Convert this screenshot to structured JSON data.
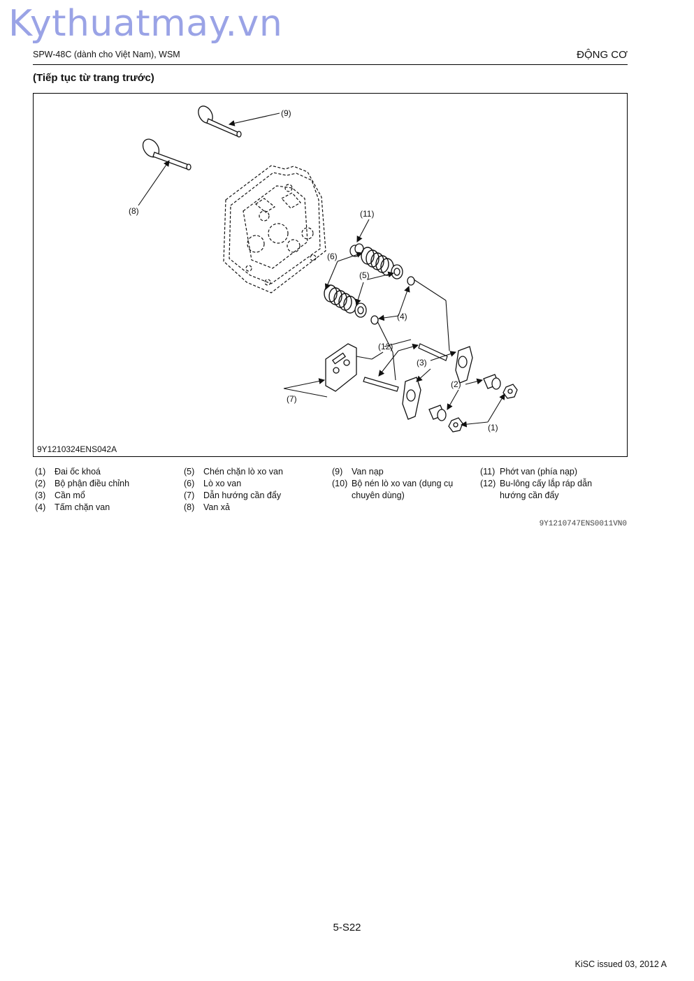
{
  "watermark": "Kythuatmay.vn",
  "header": {
    "left": "SPW-48C (dành cho Việt Nam), WSM",
    "right": "ĐỘNG CƠ"
  },
  "section_title": "(Tiếp tục từ trang trước)",
  "figure": {
    "code": "9Y1210324ENS042A",
    "callouts": [
      "(1)",
      "(2)",
      "(3)",
      "(4)",
      "(5)",
      "(6)",
      "(7)",
      "(8)",
      "(9)",
      "(11)",
      "(12)"
    ]
  },
  "legend": [
    {
      "num": "(1)",
      "text": "Đai ốc khoá"
    },
    {
      "num": "(2)",
      "text": "Bộ phận điều chỉnh"
    },
    {
      "num": "(3)",
      "text": "Cần mổ"
    },
    {
      "num": "(4)",
      "text": "Tấm chặn van"
    },
    {
      "num": "(5)",
      "text": "Chén chặn lò xo van"
    },
    {
      "num": "(6)",
      "text": "Lò xo van"
    },
    {
      "num": "(7)",
      "text": "Dẫn hướng cần đẩy"
    },
    {
      "num": "(8)",
      "text": "Van xả"
    },
    {
      "num": "(9)",
      "text": "Van nạp"
    },
    {
      "num": "(10)",
      "text": "Bộ nén lò xo van (dụng cụ chuyên dùng)"
    },
    {
      "num": "(11)",
      "text": "Phớt van (phía nạp)"
    },
    {
      "num": "(12)",
      "text": "Bu-lông cấy lắp ráp dẫn hướng cần đẩy"
    }
  ],
  "doc_code": "9Y1210747ENS0011VN0",
  "footer": {
    "page": "5-S22",
    "issued": "KiSC issued 03, 2012 A"
  }
}
